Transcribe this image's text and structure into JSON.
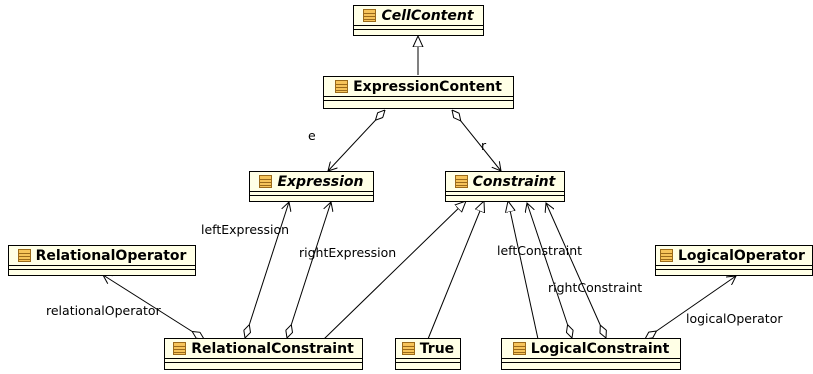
{
  "classes": {
    "cell_content": {
      "name": "CellContent",
      "abstract": true
    },
    "expression_content": {
      "name": "ExpressionContent",
      "abstract": false
    },
    "expression": {
      "name": "Expression",
      "abstract": true
    },
    "constraint": {
      "name": "Constraint",
      "abstract": true
    },
    "relational_operator": {
      "name": "RelationalOperator",
      "abstract": false
    },
    "logical_operator": {
      "name": "LogicalOperator",
      "abstract": false
    },
    "relational_constraint": {
      "name": "RelationalConstraint",
      "abstract": false
    },
    "true_class": {
      "name": "True",
      "abstract": false
    },
    "logical_constraint": {
      "name": "LogicalConstraint",
      "abstract": false
    }
  },
  "labels": {
    "e": "e",
    "r": "r",
    "left_expression": "leftExpression",
    "right_expression": "rightExpression",
    "relational_operator": "relationalOperator",
    "left_constraint": "leftConstraint",
    "right_constraint": "rightConstraint",
    "logical_operator": "logicalOperator"
  }
}
